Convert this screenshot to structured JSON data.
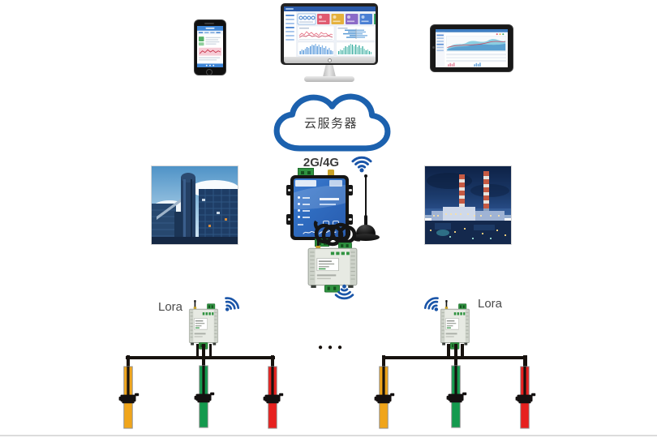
{
  "cloud": {
    "label": "云服务器"
  },
  "gateway": {
    "label": "2G/4G"
  },
  "lora_left": {
    "label": "Lora"
  },
  "lora_right": {
    "label": "Lora"
  },
  "ellipsis": {
    "text": "●●●"
  },
  "icons": {
    "wifi": "wifi-signal-icon",
    "cloud": "cloud-outline",
    "ellipsis": "continuation-dots",
    "antenna": "magnetic-antenna"
  },
  "colors": {
    "cloud_blue": "#1c61ae",
    "wifi_blue": "#1a55a8",
    "wire_black": "#17120e",
    "sensor_yellow": "#f0a51b",
    "sensor_green": "#149a4e",
    "sensor_red": "#e7211f",
    "gateway_panel_blue": "#2f6cc0",
    "terminal_green": "#2f9340",
    "module_gray": "#dfe3dc"
  }
}
